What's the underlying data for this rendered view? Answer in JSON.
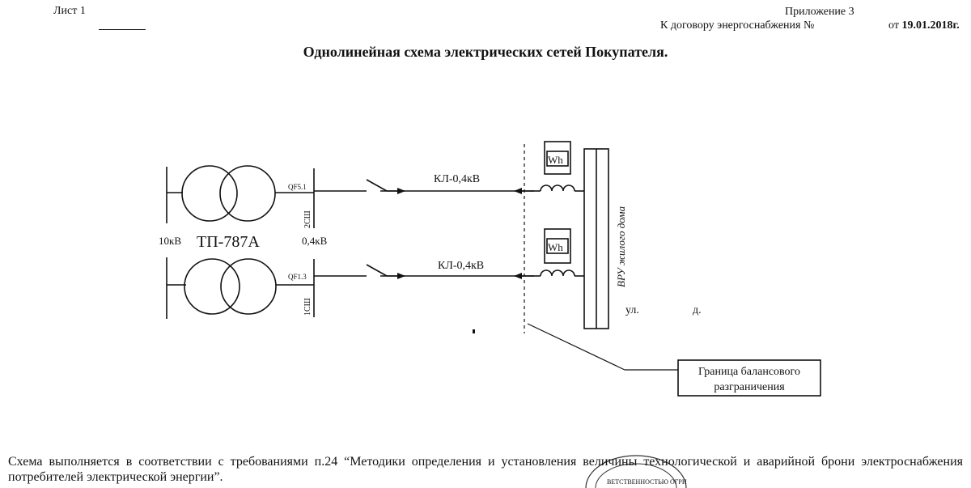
{
  "header": {
    "sheet": "Лист 1",
    "appendix": "Приложение 3",
    "contract": "К договору энергоснабжения  №",
    "date_prefix": "от ",
    "date": "19.01.2018г."
  },
  "title": "Однолинейная схема электрических сетей Покупателя.",
  "diagram": {
    "substation": "ТП-787А",
    "voltage_hv": "10кВ",
    "voltage_lv": "0,4кВ",
    "breaker_top": "QF5.1",
    "breaker_bottom": "QF1.3",
    "section_top": "2СШ",
    "section_bottom": "1СШ",
    "cable_top": "КЛ-0,4кВ",
    "cable_bottom": "КЛ-0,4кВ",
    "meter_top": "Wh",
    "meter_bottom": "Wh",
    "vru": "ВРУ жилого дома",
    "street": "ул.",
    "house": "д.",
    "boundary_line1": "Граница балансового",
    "boundary_line2": "разграничения"
  },
  "footer": "Схема выполняется в соответствии с требованиями п.24 “Методики определения и установления величины технологической и аварийной брони электроснабжения потребителей электрической энергии”.",
  "stamp_text": "ВЕТСТВЕННОСТЬЮ ОГРН"
}
